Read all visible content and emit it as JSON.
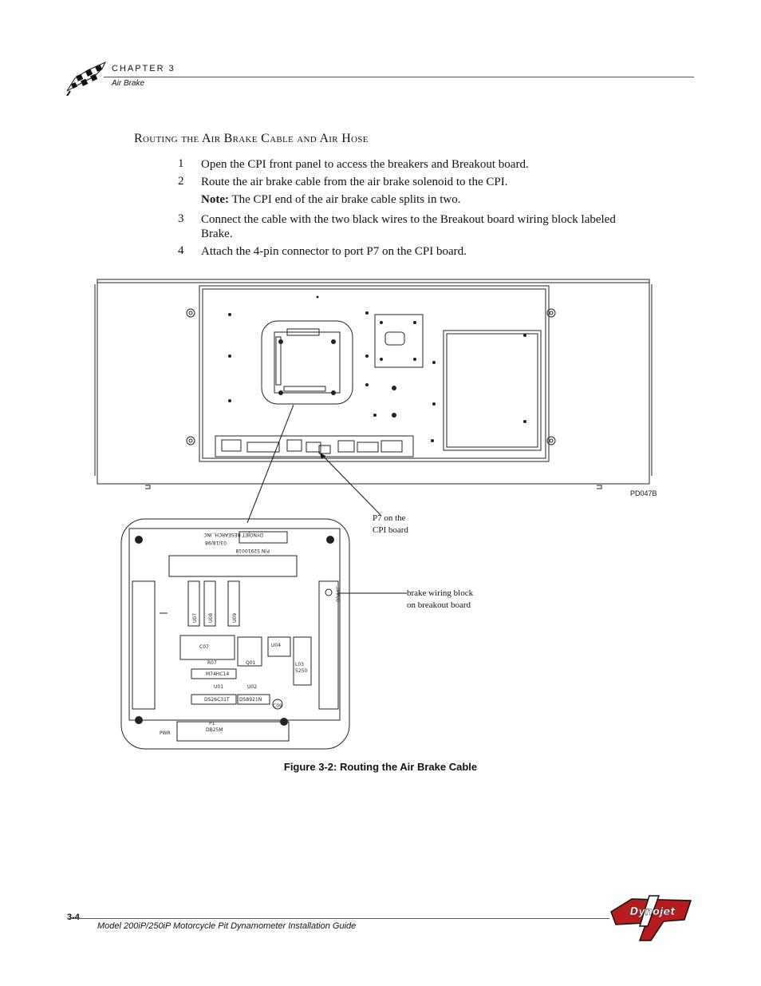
{
  "header": {
    "chapter": "Chapter 3",
    "subtitle": "Air Brake"
  },
  "section": {
    "title": "Routing the Air Brake Cable and Air Hose"
  },
  "steps": [
    {
      "num": "1",
      "text": "Open the CPI front panel to access the breakers and Breakout board."
    },
    {
      "num": "2",
      "text": "Route the air brake cable from the air brake solenoid to the CPI."
    },
    {
      "num": "3",
      "text": "Connect the cable with the two black wires to the Breakout board wiring block labeled Brake."
    },
    {
      "num": "4",
      "text": "Attach the 4-pin connector to port P7 on the CPI board."
    }
  ],
  "note": {
    "label": "Note:",
    "text": "The CPI end of the air brake cable splits in two."
  },
  "figure": {
    "part_code": "PD047B",
    "callout_p7": [
      "P7 on the",
      "CPI board"
    ],
    "callout_brake": [
      "brake wiring block",
      "on breakout board"
    ],
    "caption": "Figure 3-2: Routing the Air Brake Cable",
    "board_labels": {
      "pn": "P/N 52910018",
      "maker": "DYNOJET RESEARCH, INC",
      "date": "03/18/98",
      "p1": "P1",
      "p1_type": "DB25M",
      "pwr": "PWR",
      "brake": "BRAKE",
      "u07": "U07",
      "u08": "U08",
      "u09": "U09",
      "u04": "U04",
      "u01": "U01",
      "u02": "U02",
      "l03": "L03",
      "c07": "C07",
      "c09": "C09",
      "r07": "R07",
      "q01": "Q01",
      "u01_part": "DS26C31T",
      "u02_part": "DS8921N",
      "u07_part": "M74HC14",
      "l03_part": "5250"
    }
  },
  "footer": {
    "page": "3-4",
    "title": "Model 200iP/250iP Motorcycle Pit Dynamometer Installation Guide",
    "logo_text": "Dynojet"
  }
}
